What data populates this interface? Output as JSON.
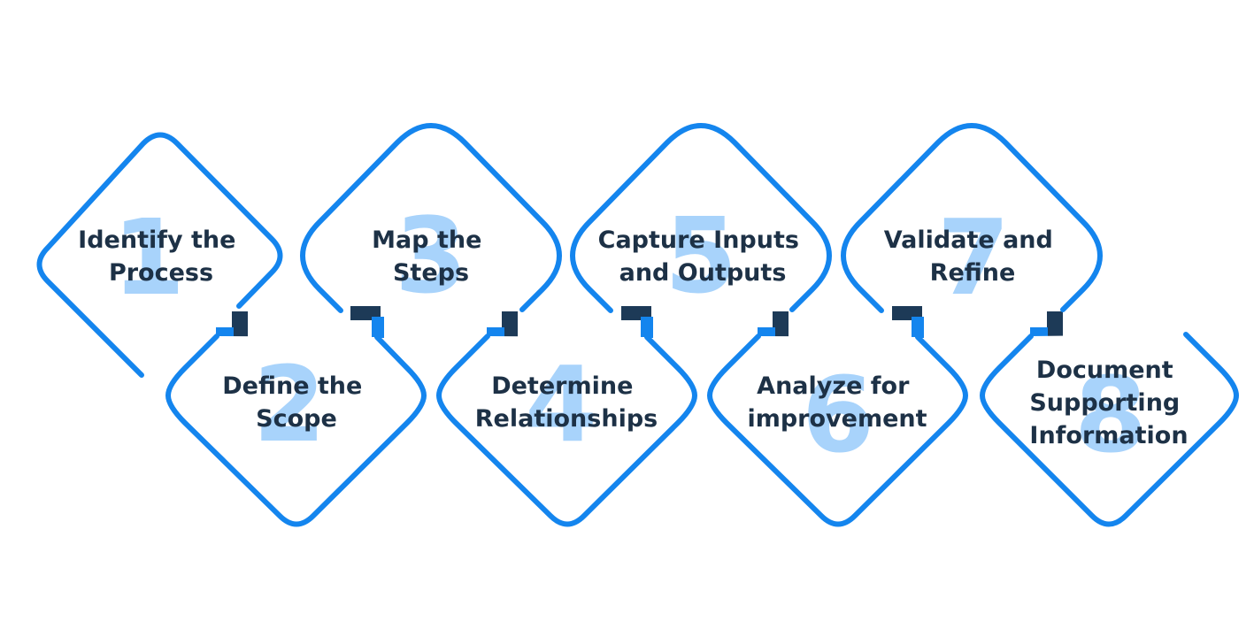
{
  "colors": {
    "outline": "#1485ee",
    "connector_dark": "#1d3a57",
    "number_fill": "#a8d3fb",
    "label_text": "#1d3146",
    "background": "#ffffff"
  },
  "steps": [
    {
      "number": "1",
      "lines": [
        "Identify the",
        "Process"
      ]
    },
    {
      "number": "2",
      "lines": [
        "Define the",
        "Scope"
      ]
    },
    {
      "number": "3",
      "lines": [
        "Map the",
        "Steps"
      ]
    },
    {
      "number": "4",
      "lines": [
        "Determine",
        "Relationships"
      ]
    },
    {
      "number": "5",
      "lines": [
        "Capture Inputs",
        "and Outputs"
      ]
    },
    {
      "number": "6",
      "lines": [
        "Analyze for",
        "improvement"
      ]
    },
    {
      "number": "7",
      "lines": [
        "Validate and",
        "Refine"
      ]
    },
    {
      "number": "8",
      "lines": [
        "Document",
        "Supporting",
        "Information"
      ]
    }
  ]
}
